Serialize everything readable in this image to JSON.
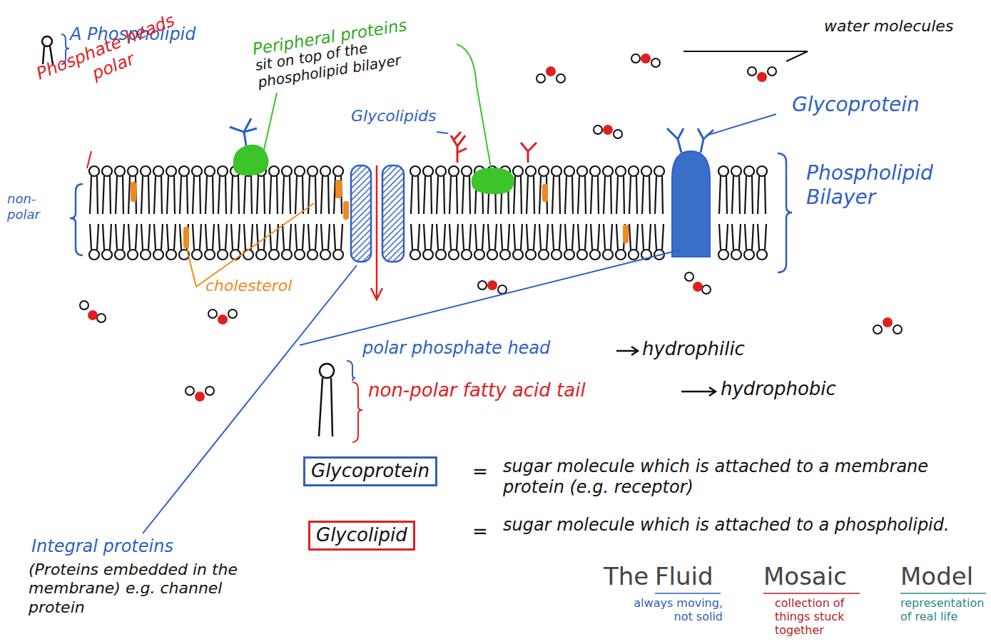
{
  "diagram": {
    "nodes": [
      {
        "text": [
          "Glycoprotein"
        ]
      },
      {
        "text": [
          "Glycolipid"
        ]
      }
    ],
    "edges": [],
    "labels": [
      "A Phospholipid",
      "Phosphate heads polar",
      "Peripheral proteins",
      "sit on top of the phospholipid bilayer",
      "water molecules",
      "Glycolipids",
      "Glycoprotein",
      "Phospholipid Bilayer",
      "non- polar",
      "cholesterol",
      "polar phosphate head",
      "hydrophilic",
      "non-polar fatty acid tail",
      "hydrophobic",
      "=",
      "sugar molecule which is attached to a membrane protein (e.g. receptor)",
      "=",
      "sugar molecule which is attached to a phospholipid.",
      "Integral proteins",
      "(Proteins embedded in the membrane) e.g. channel protein",
      "The",
      "Fluid",
      "Mosaic",
      "Model",
      "always moving, not solid",
      "collection of things stuck together",
      "representation of real life"
    ]
  }
}
